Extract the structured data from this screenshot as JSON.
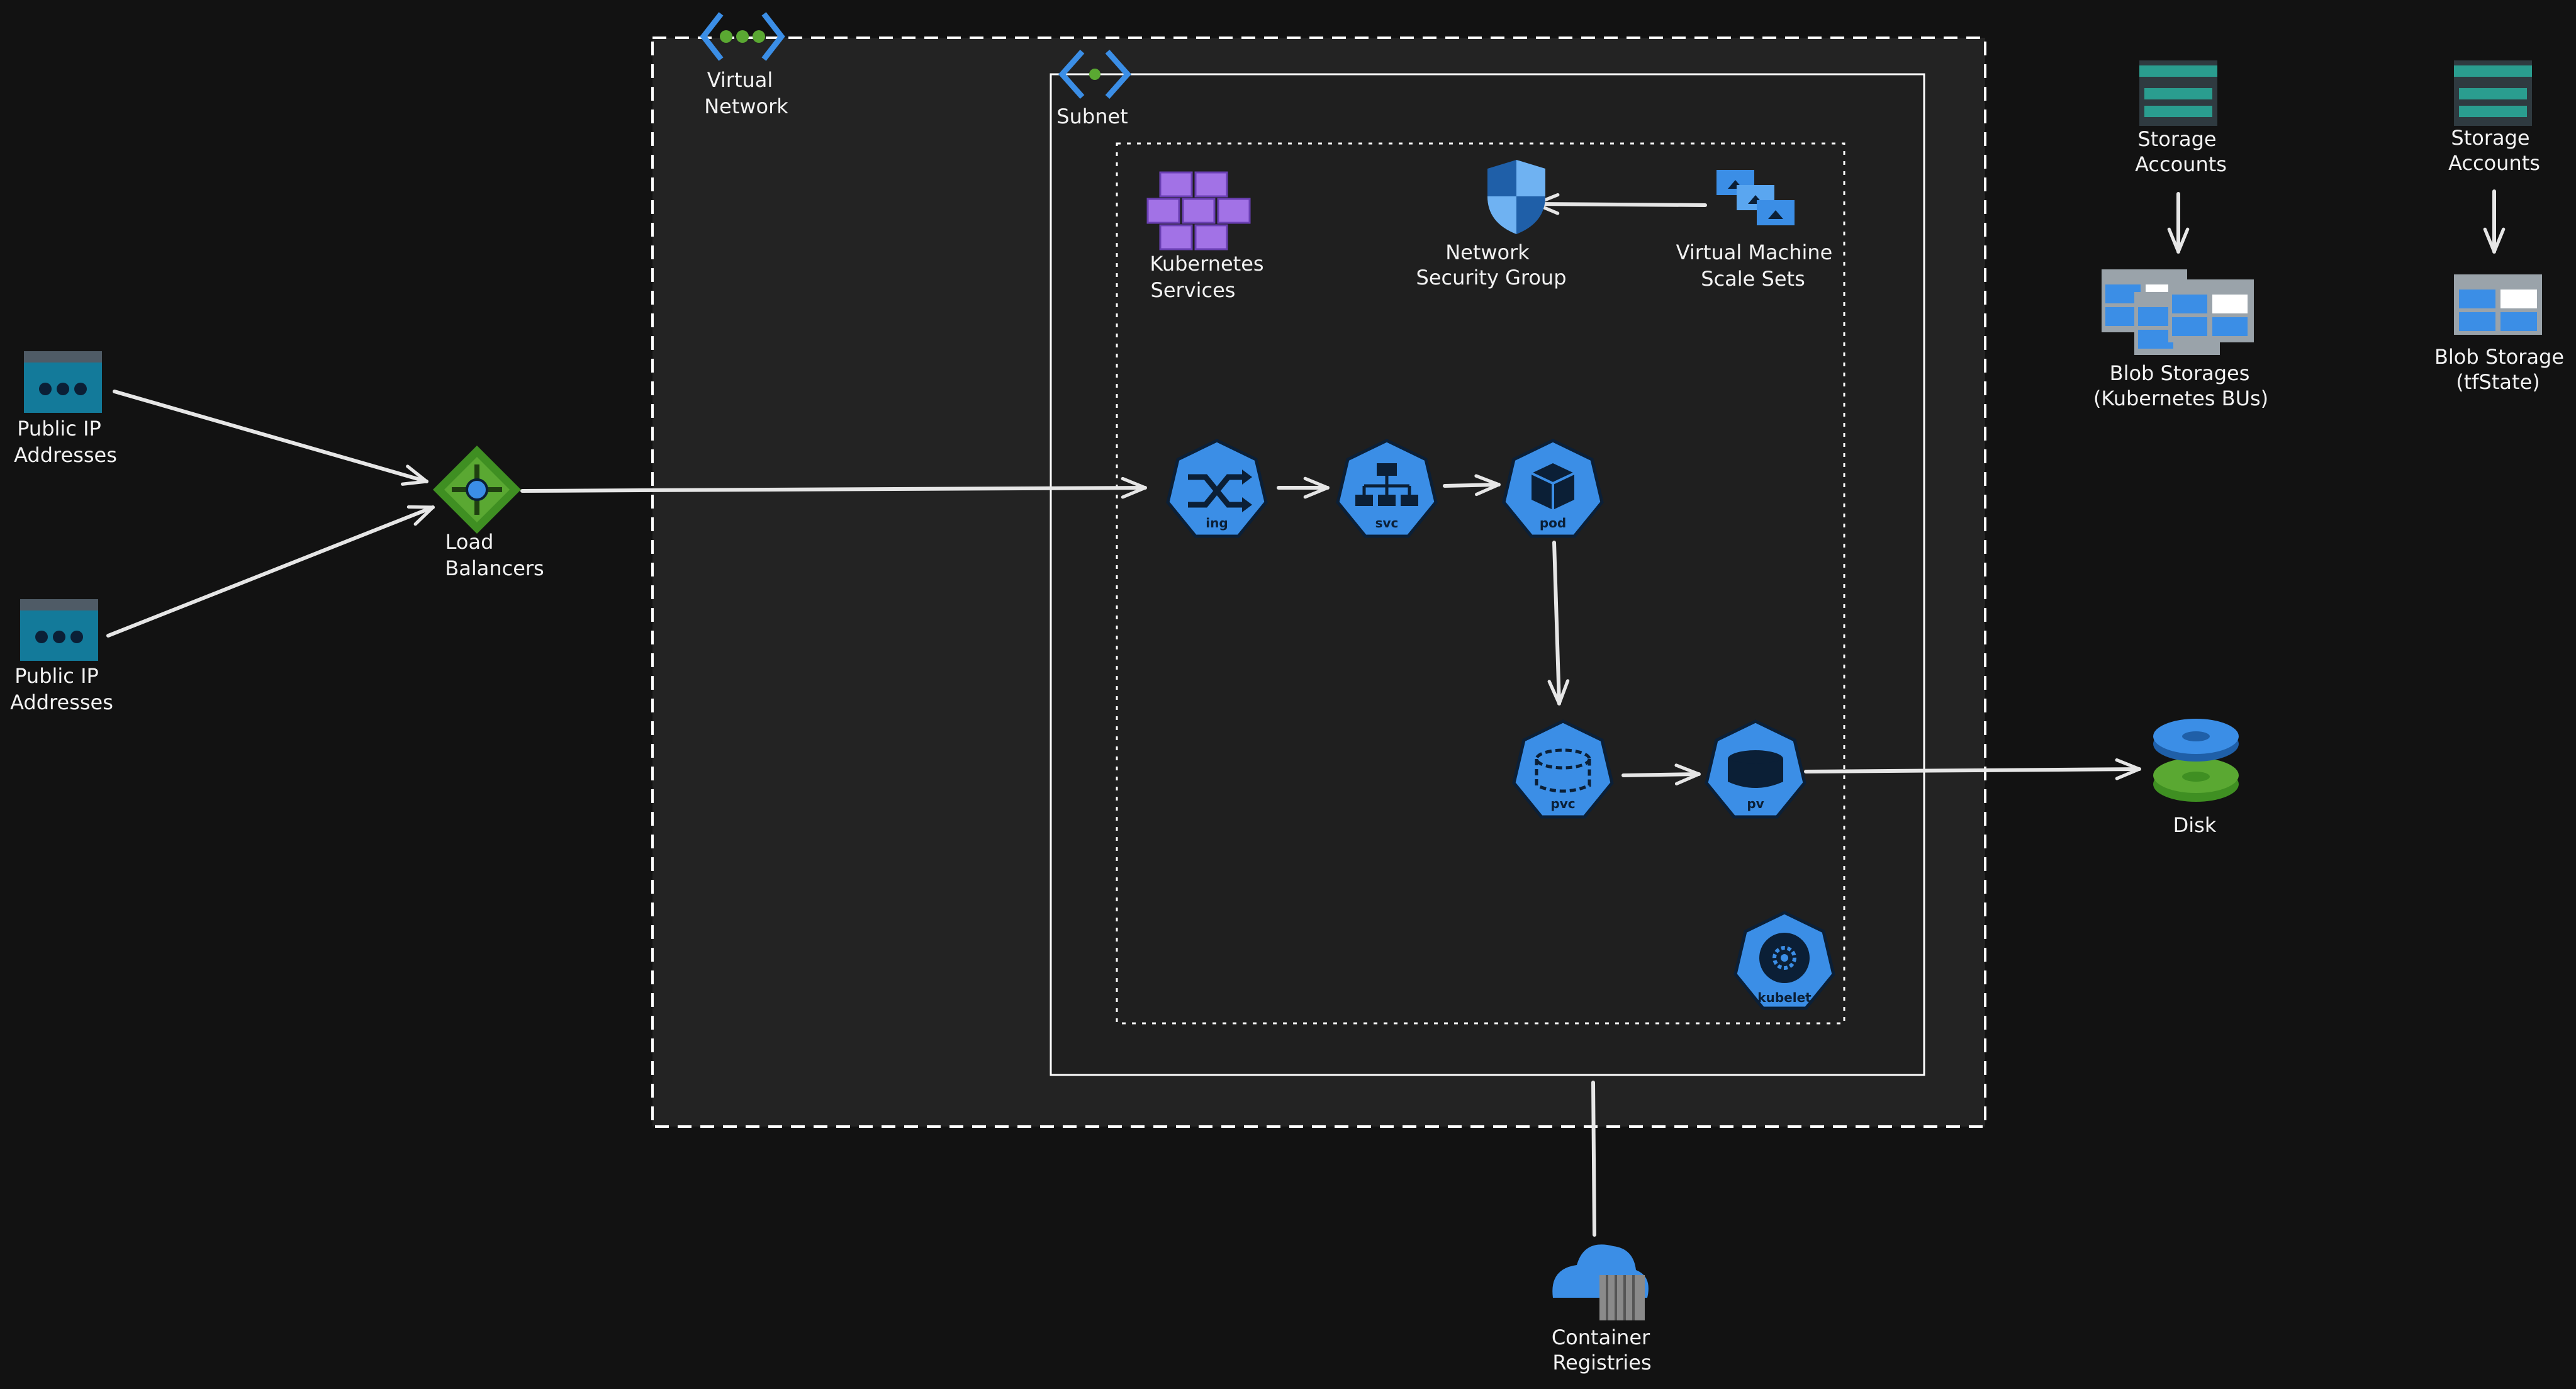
{
  "nodes": {
    "public_ip_1": {
      "line1": "Public IP",
      "line2": "Addresses"
    },
    "public_ip_2": {
      "line1": "Public IP",
      "line2": "Addresses"
    },
    "load_balancer": {
      "line1": "Load",
      "line2": "Balancers"
    },
    "virtual_network": {
      "line1": "Virtual",
      "line2": "Network"
    },
    "subnet": {
      "line1": "Subnet"
    },
    "kubernetes_services": {
      "line1": "Kubernetes",
      "line2": "Services"
    },
    "nsg": {
      "line1": "Network",
      "line2": "Security Group"
    },
    "vmss": {
      "line1": "Virtual Machine",
      "line2": "Scale Sets"
    },
    "ing": {
      "badge": "ing"
    },
    "svc": {
      "badge": "svc"
    },
    "pod": {
      "badge": "pod"
    },
    "pvc": {
      "badge": "pvc"
    },
    "pv": {
      "badge": "pv"
    },
    "kubelet": {
      "badge": "kubelet"
    },
    "disk": {
      "line1": "Disk"
    },
    "container_registries": {
      "line1": "Container",
      "line2": "Registries"
    },
    "storage_accounts_1": {
      "line1": "Storage",
      "line2": "Accounts"
    },
    "storage_accounts_2": {
      "line1": "Storage",
      "line2": "Accounts"
    },
    "blob_storages": {
      "line1": "Blob Storages",
      "line2": "(Kubernetes BUs)"
    },
    "blob_storage_tfstate": {
      "line1": "Blob Storage",
      "line2": "(tfState)"
    }
  },
  "edges": [
    {
      "from": "public_ip_1",
      "to": "load_balancer"
    },
    {
      "from": "public_ip_2",
      "to": "load_balancer"
    },
    {
      "from": "load_balancer",
      "to": "ing"
    },
    {
      "from": "ing",
      "to": "svc"
    },
    {
      "from": "svc",
      "to": "pod"
    },
    {
      "from": "pod",
      "to": "pvc"
    },
    {
      "from": "pvc",
      "to": "pv"
    },
    {
      "from": "pv",
      "to": "disk"
    },
    {
      "from": "vmss",
      "to": "nsg"
    },
    {
      "from": "storage_accounts_1",
      "to": "blob_storages"
    },
    {
      "from": "storage_accounts_2",
      "to": "blob_storage_tfstate"
    },
    {
      "from": "subnet",
      "to": "container_registries"
    }
  ],
  "colors": {
    "background": "#121212",
    "container_fill": "#232323",
    "line": "#e6e6e6",
    "k8s_blue": "#3b8ee6",
    "k8s_dark": "#0b1f36",
    "azure_green": "#3f8f22",
    "ip_teal": "#137a9a",
    "kube_purple": "#a272e6",
    "storage_teal": "#2a9d8f"
  },
  "icons": {
    "public_ip": "public-ip-icon",
    "load_balancer": "load-balancer-icon",
    "virtual_network": "virtual-network-icon",
    "subnet": "subnet-icon",
    "kubernetes_services": "kubernetes-services-icon",
    "nsg": "network-security-group-icon",
    "vmss": "vm-scale-set-icon",
    "disk": "disk-icon",
    "container_registry": "container-registry-icon",
    "storage_account": "storage-account-icon",
    "blob_storage": "blob-storage-icon"
  }
}
